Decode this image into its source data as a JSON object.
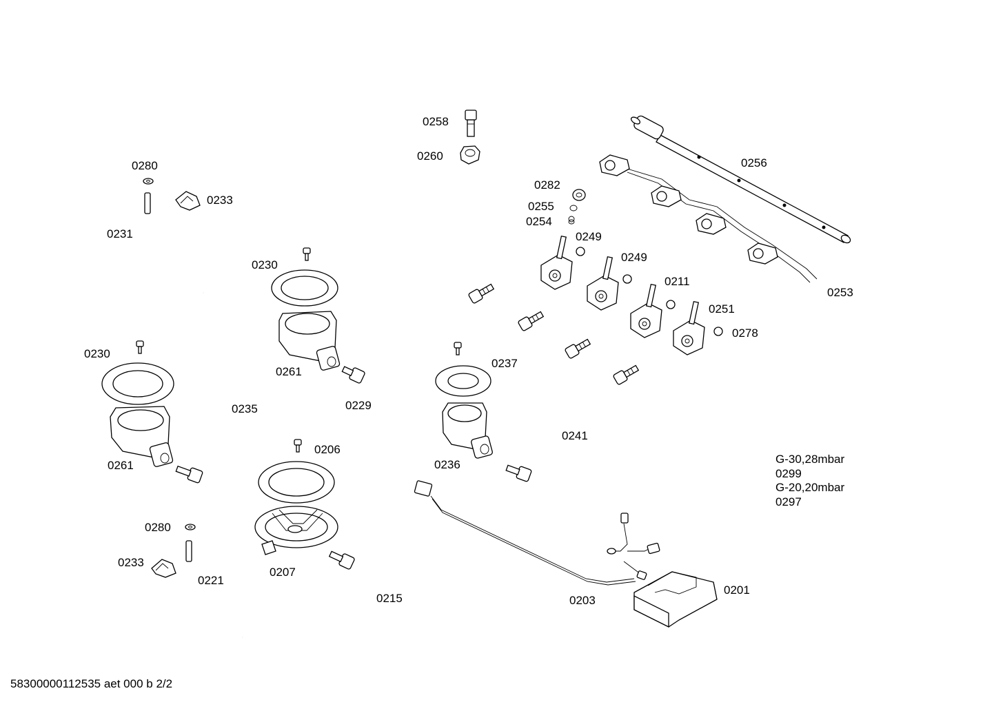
{
  "parts": {
    "p0258": "0258",
    "p0260": "0260",
    "p0256": "0256",
    "p0282": "0282",
    "p0255": "0255",
    "p0254": "0254",
    "p0249a": "0249",
    "p0249b": "0249",
    "p0211": "0211",
    "p0251": "0251",
    "p0278": "0278",
    "p0253": "0253",
    "p0280a": "0280",
    "p0233a": "0233",
    "p0231": "0231",
    "p0230a": "0230",
    "p0230b": "0230",
    "p0261a": "0261",
    "p0261b": "0261",
    "p0235": "0235",
    "p0229": "0229",
    "p0237": "0237",
    "p0236": "0236",
    "p0241": "0241",
    "p0206": "0206",
    "p0207": "0207",
    "p0280b": "0280",
    "p0233b": "0233",
    "p0221": "0221",
    "p0215": "0215",
    "p0203": "0203",
    "p0201": "0201"
  },
  "gas_notes": {
    "line1": "G-30,28mbar",
    "line2": "0299",
    "line3": "G-20,20mbar",
    "line4": "0297"
  },
  "footer": {
    "code": "58300000112535 aet 000 b 2/2"
  }
}
